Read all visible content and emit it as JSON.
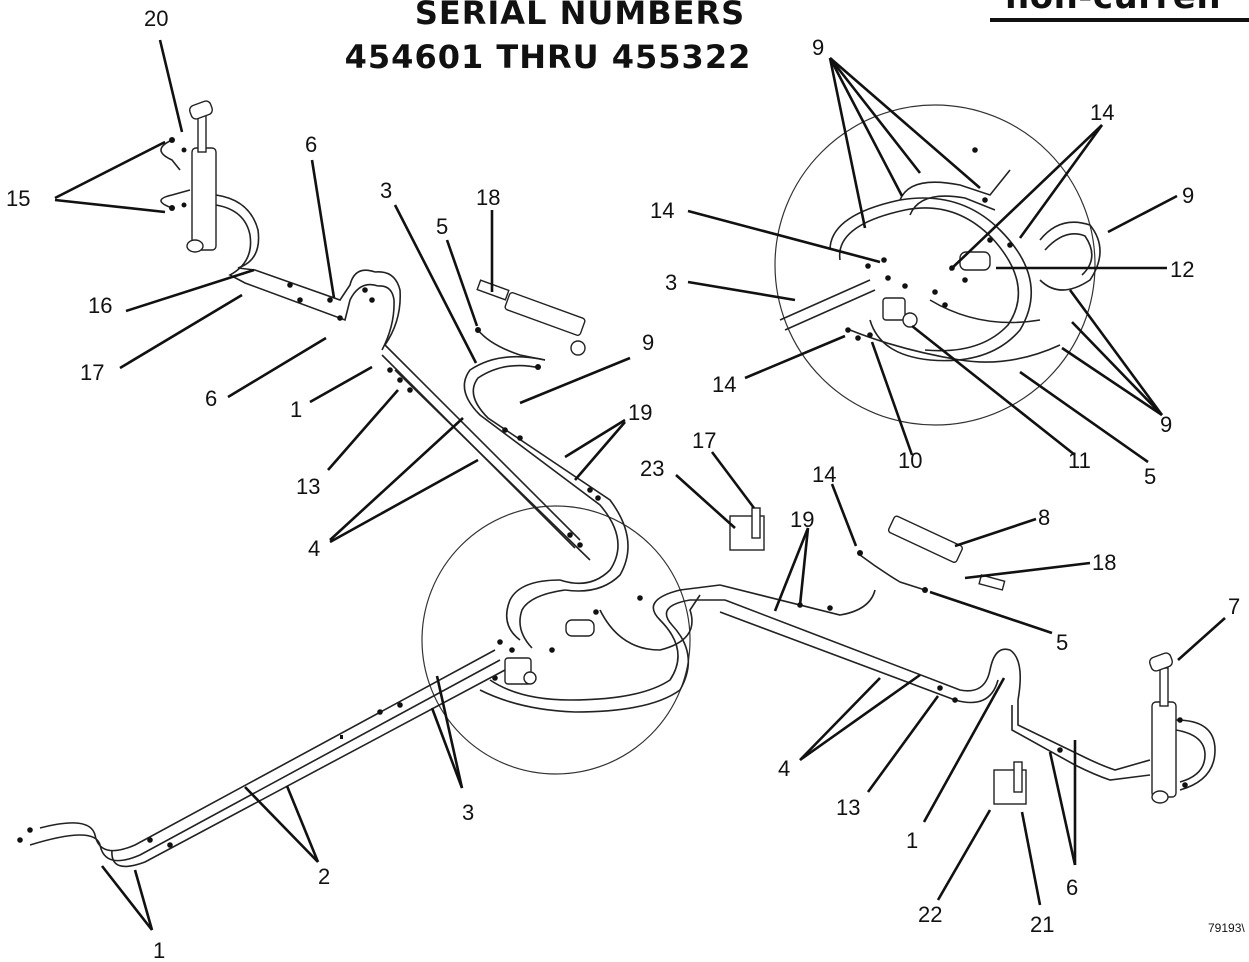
{
  "header": {
    "line1": "SERIAL NUMBERS",
    "line2": "454601 THRU 455322",
    "corner": "non-curren"
  },
  "part_number": "79193\\",
  "callouts": [
    "20",
    "15",
    "6",
    "16",
    "17",
    "6",
    "1",
    "13",
    "4",
    "3",
    "5",
    "18",
    "9",
    "19",
    "3",
    "9",
    "14",
    "14",
    "3",
    "12",
    "9",
    "14",
    "10",
    "11",
    "5",
    "9",
    "23",
    "17",
    "14",
    "19",
    "8",
    "18",
    "5",
    "7",
    "4",
    "13",
    "1",
    "6",
    "3",
    "2",
    "1",
    "22",
    "21"
  ],
  "icons": {
    "cylinder": "hydraulic-cylinder-icon",
    "valve": "control-valve-icon",
    "bracket": "hose-bracket-icon",
    "detail_circle": "detail-magnifier-circle"
  }
}
